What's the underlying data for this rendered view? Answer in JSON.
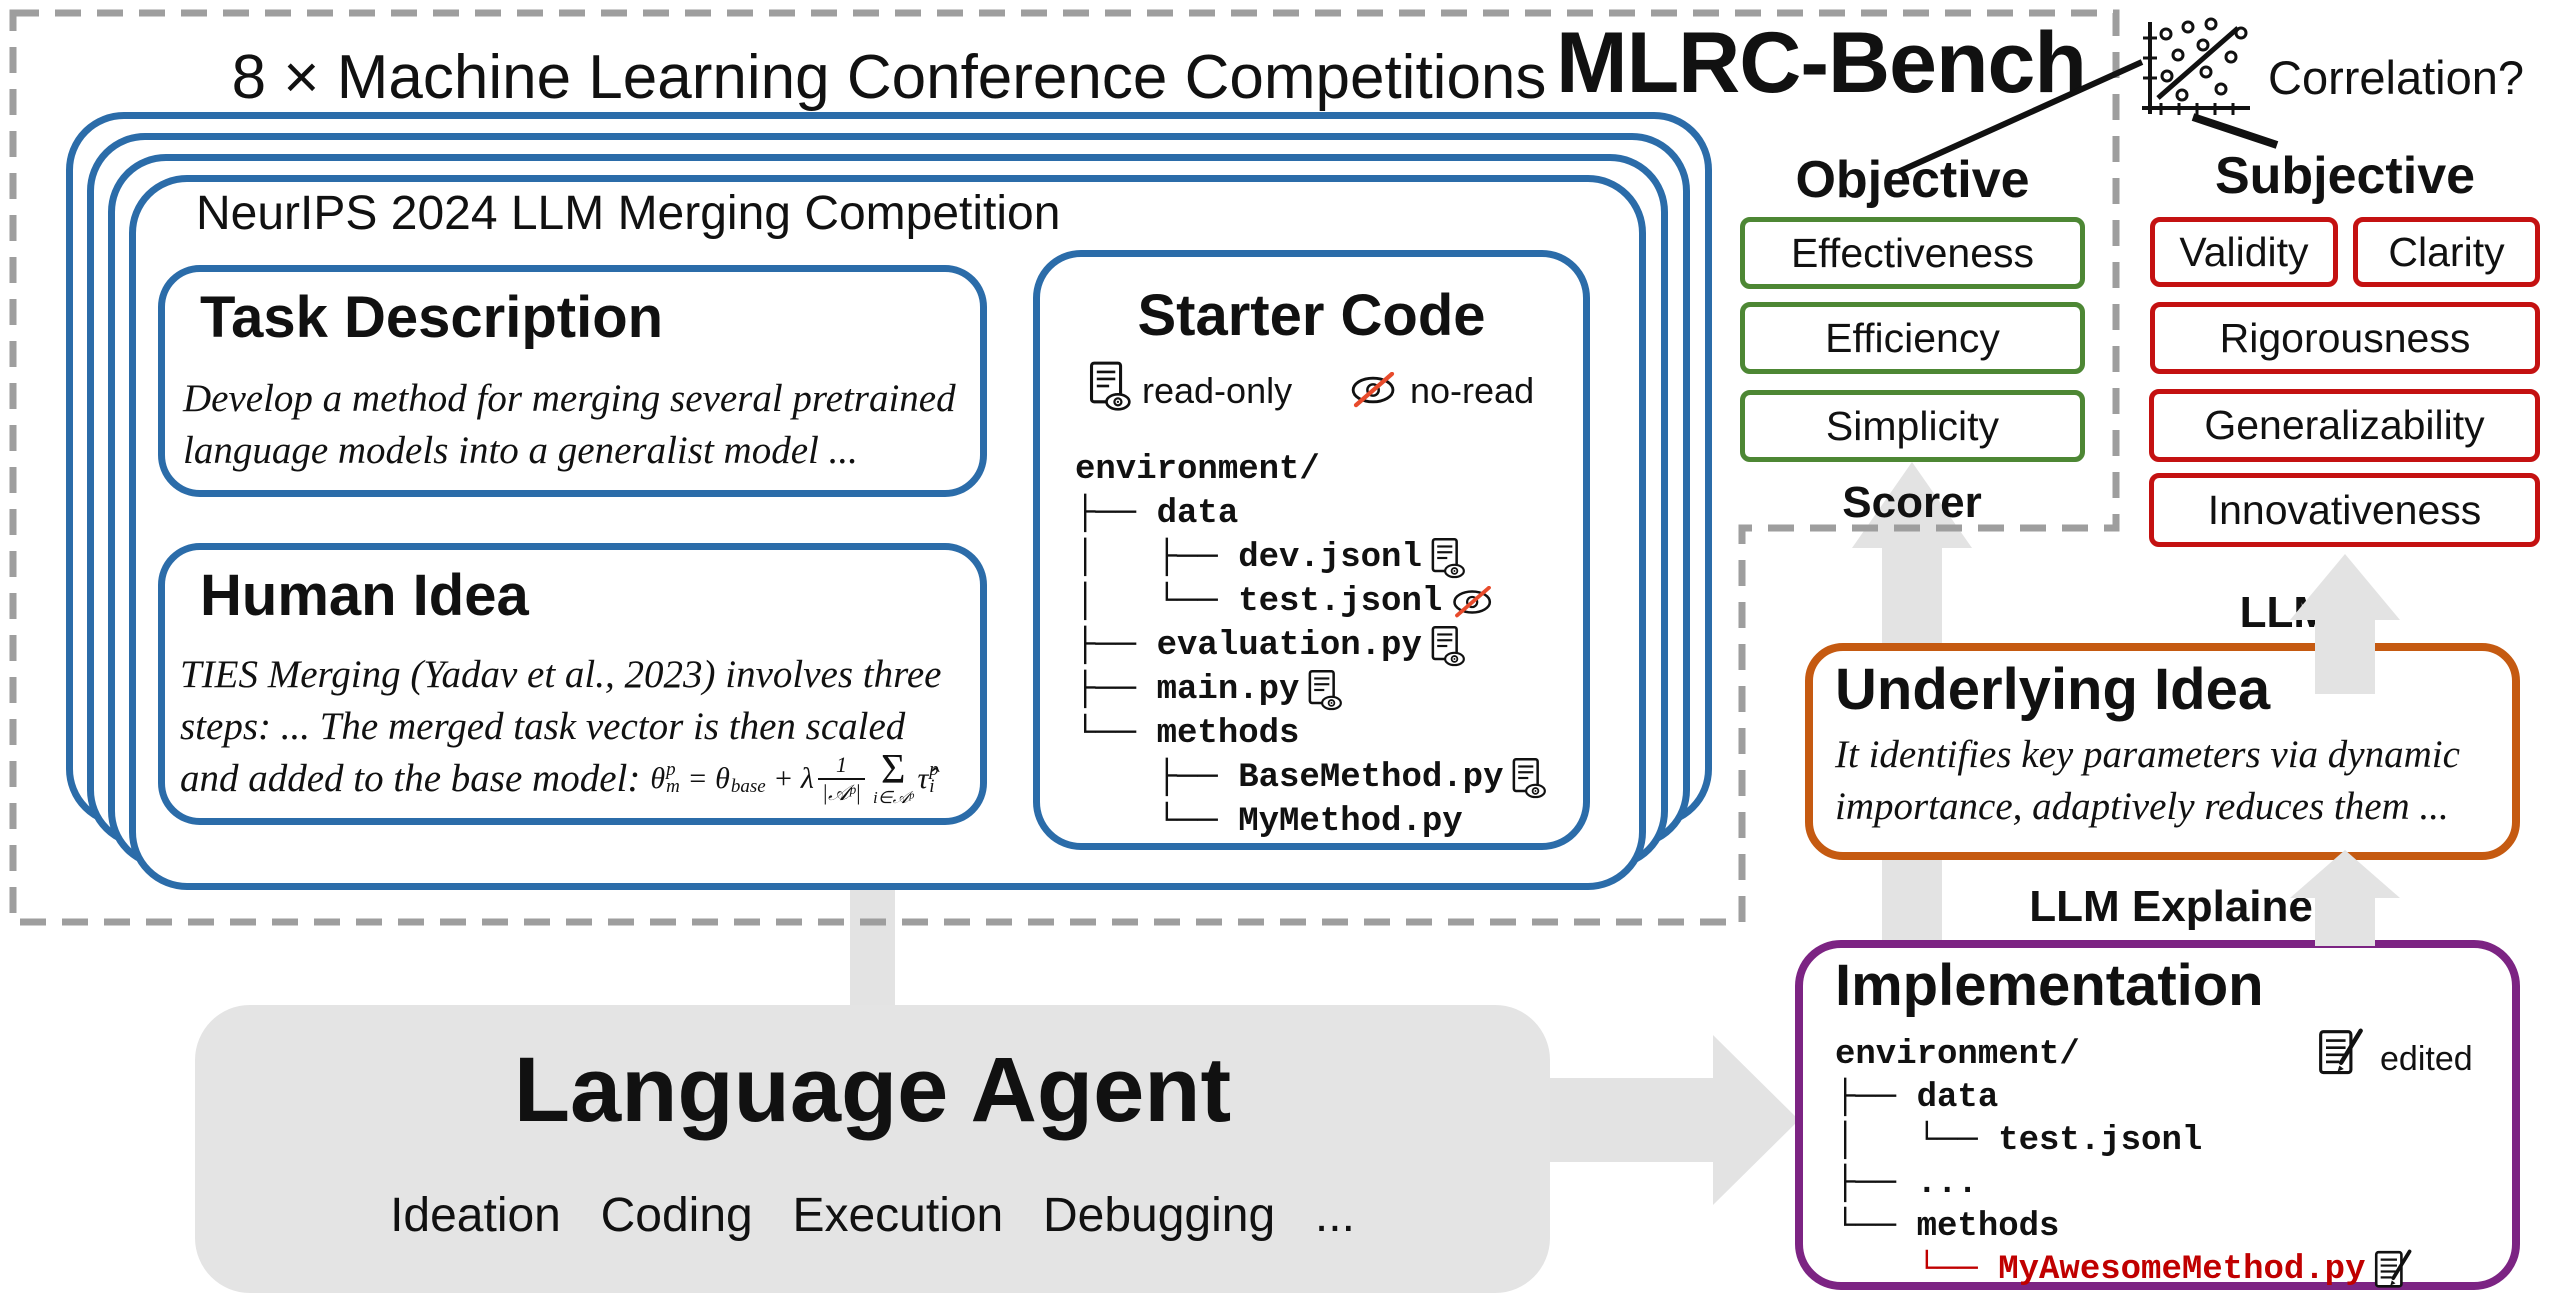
{
  "colors": {
    "blue": "#2b6ca9",
    "green": "#4d8734",
    "red": "#c41111",
    "orange": "#c55a11",
    "purple": "#7c2483",
    "arrow_gray": "#e3e3e3",
    "dash_gray": "#9e9e9e",
    "file_red": "#c00000"
  },
  "benchmark": {
    "title": "MLRC-Bench",
    "competitions_header": "8 × Machine Learning Conference Competitions",
    "competition_name": "NeurIPS 2024 LLM Merging Competition"
  },
  "task_description": {
    "title": "Task Description",
    "body_lines": [
      "Develop a method for merging several pretrained",
      "language models into a generalist model ..."
    ]
  },
  "human_idea": {
    "title": "Human Idea",
    "body_lines": [
      "TIES Merging (Yadav et al., 2023) involves three",
      "steps: ... The merged task vector is then scaled",
      "and added to the base model:"
    ],
    "formula": [
      {
        "type": "supsub",
        "base": "θ",
        "sup": "p",
        "sub": "m"
      },
      {
        "type": "text",
        "text": " = "
      },
      {
        "type": "supsub",
        "base": "θ",
        "sup": "",
        "sub": "base"
      },
      {
        "type": "text",
        "text": " + λ"
      },
      {
        "type": "frac",
        "num": "1",
        "den": "|𝒜ᵖ|"
      },
      {
        "type": "sum",
        "below": "i∈𝒜ᵖ"
      },
      {
        "type": "supsub",
        "base": "τ̂",
        "sup": "p",
        "sub": "i"
      }
    ]
  },
  "starter_code": {
    "title": "Starter Code",
    "legend": [
      {
        "icon": "read-only-icon",
        "label": "read-only"
      },
      {
        "icon": "no-read-icon",
        "label": "no-read"
      }
    ],
    "tree": [
      {
        "text": "environment/"
      },
      {
        "text": "├── data"
      },
      {
        "text": "│   ├── dev.jsonl",
        "icon": "read-only-icon"
      },
      {
        "text": "│   └── test.jsonl",
        "icon": "no-read-icon"
      },
      {
        "text": "├── evaluation.py",
        "icon": "read-only-icon"
      },
      {
        "text": "├── main.py",
        "icon": "read-only-icon"
      },
      {
        "text": "└── methods"
      },
      {
        "text": "    ├── BaseMethod.py",
        "icon": "read-only-icon"
      },
      {
        "text": "    └── MyMethod.py"
      }
    ]
  },
  "language_agent": {
    "title": "Language Agent",
    "subtitle": "Ideation Coding Execution Debugging ..."
  },
  "implementation": {
    "title": "Implementation",
    "legend": {
      "icon": "edited-icon",
      "label": "edited"
    },
    "tree": [
      {
        "text": "environment/"
      },
      {
        "text": "├── data"
      },
      {
        "text": "│   └── test.jsonl"
      },
      {
        "text": "├── ..."
      },
      {
        "text": "└── methods"
      },
      {
        "text": "    └── MyAwesomeMethod.py",
        "icon": "edited-icon",
        "color": "#c00000"
      }
    ]
  },
  "underlying_idea": {
    "title": "Underlying Idea",
    "body_lines": [
      "It identifies key parameters via dynamic",
      "importance, adaptively reduces them ..."
    ]
  },
  "evaluation": {
    "objective": {
      "title": "Objective",
      "metrics": [
        "Effectiveness",
        "Efficiency",
        "Simplicity"
      ]
    },
    "subjective": {
      "title": "Subjective",
      "metrics": [
        "Validity",
        "Clarity",
        "Rigorousness",
        "Generalizability",
        "Innovativeness"
      ]
    },
    "correlation_label": "Correlation?",
    "scorer_label": "Scorer",
    "llm_judge_label": "LLM Judge",
    "llm_explainer_label": "LLM Explainer"
  }
}
